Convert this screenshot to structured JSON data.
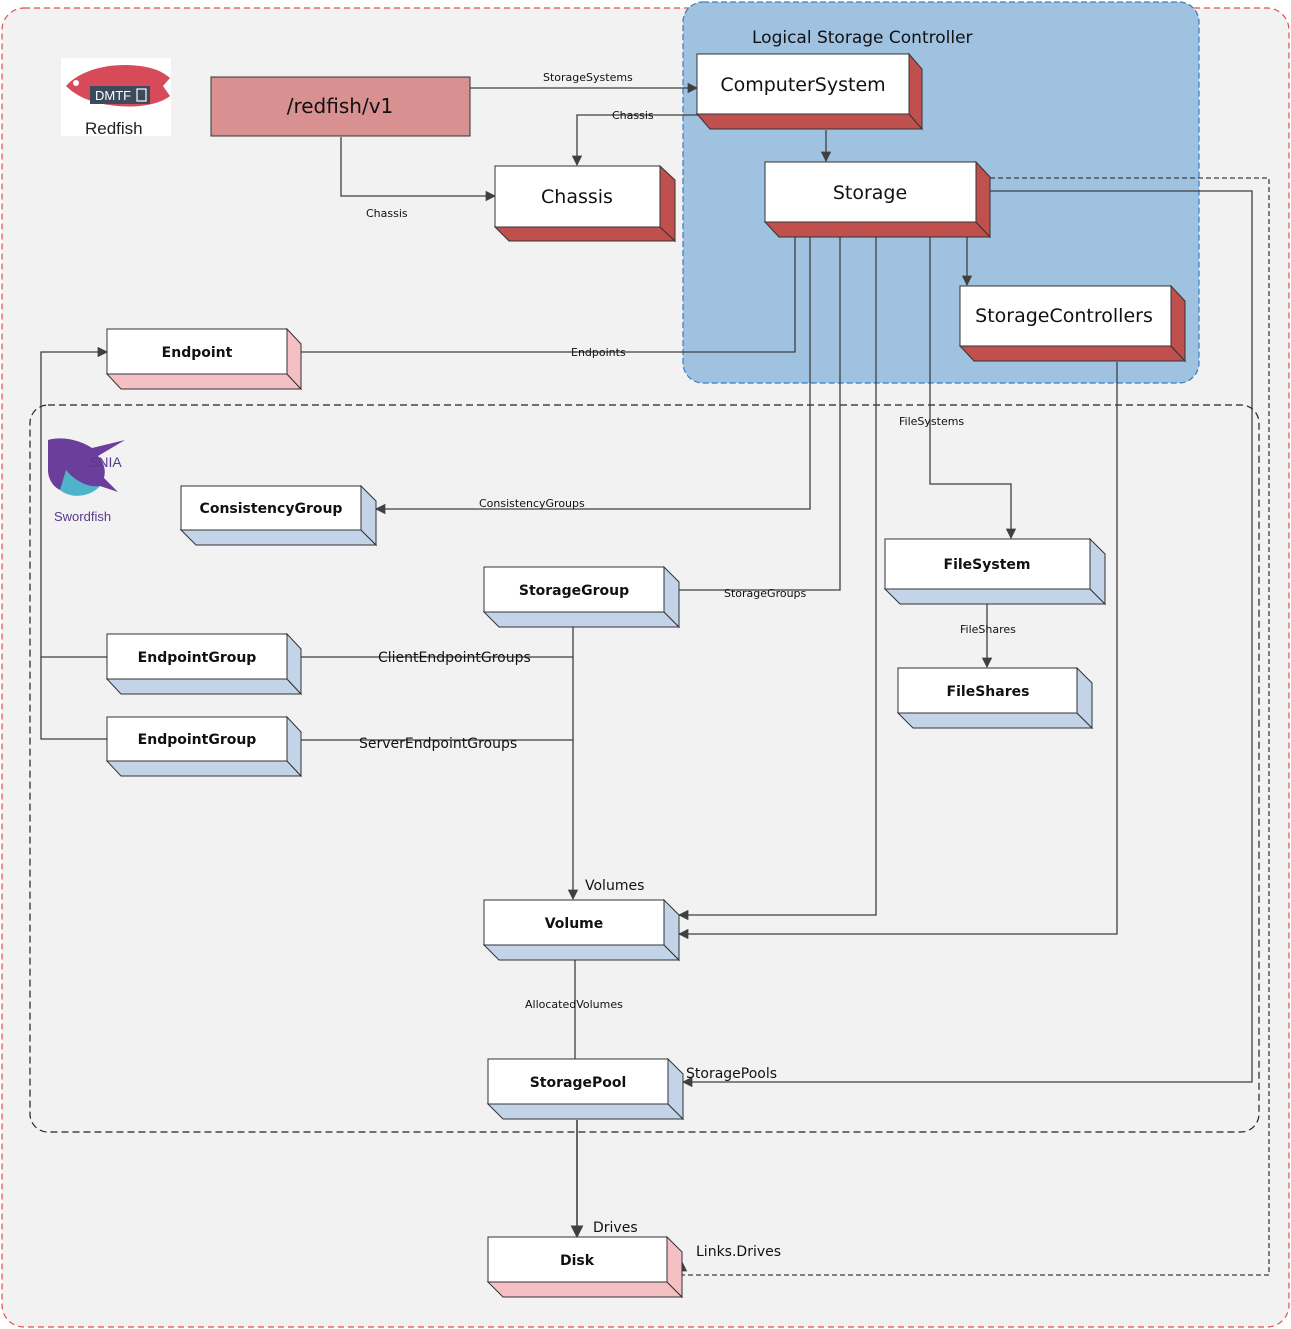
{
  "regions": {
    "lsc_title": "Logical Storage Controller"
  },
  "logos": {
    "dmtf_badge": "DMTF",
    "redfish_name": "Redfish",
    "snia_badge": "SNIA",
    "swordfish_name": "Swordfish"
  },
  "nodes": {
    "redfish_root": "/redfish/v1",
    "computer_system": "ComputerSystem",
    "chassis": "Chassis",
    "storage": "Storage",
    "storage_controllers": "StorageControllers",
    "endpoint": "Endpoint",
    "consistency_group": "ConsistencyGroup",
    "storage_group": "StorageGroup",
    "file_system": "FileSystem",
    "file_shares": "FileShares",
    "endpoint_group_client": "EndpointGroup",
    "endpoint_group_server": "EndpointGroup",
    "volume": "Volume",
    "storage_pool": "StoragePool",
    "disk": "Disk"
  },
  "edges": {
    "storage_systems": "StorageSystems",
    "chassis_from_cs": "Chassis",
    "chassis_from_root": "Chassis",
    "endpoints": "Endpoints",
    "file_systems": "FileSystems",
    "consistency_groups": "ConsistencyGroups",
    "storage_groups": "StorageGroups",
    "file_shares": "FileShares",
    "client_endpoint_groups": "ClientEndpointGroups",
    "server_endpoint_groups": "ServerEndpointGroups",
    "volumes": "Volumes",
    "allocated_volumes": "AllocatedVolumes",
    "storage_pools": "StoragePools",
    "drives": "Drives",
    "links_drives": "Links.Drives"
  },
  "colors": {
    "outer_border": "#e05050",
    "background": "#f2f2f2",
    "lsc_fill": "#9ec2e0",
    "lsc_border": "#3a7cc0",
    "root_fill": "#d89090",
    "red_side": "#c0504d",
    "pink_side": "#f4c0c4",
    "blue_side": "#c3d4e8",
    "line": "#404040"
  }
}
